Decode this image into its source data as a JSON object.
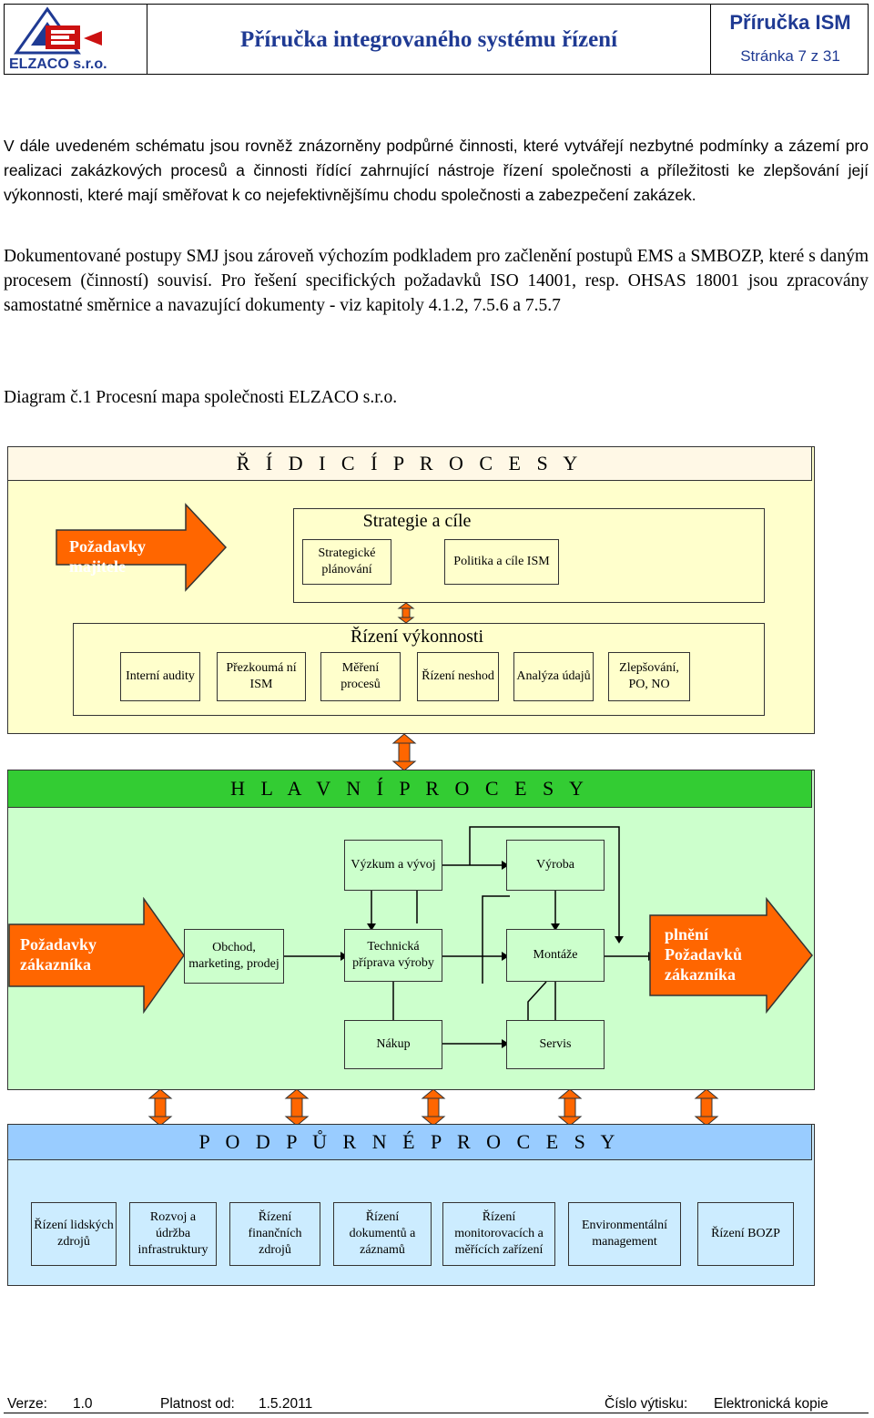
{
  "header": {
    "company": "ELZACO s.r.o.",
    "title": "Příručka integrovaného systému řízení",
    "doc_short": "Příručka ISM",
    "page_info": "Stránka 7 z 31"
  },
  "body": {
    "para1": "V dále uvedeném schématu jsou rovněž znázorněny podpůrné činnosti, které vytvářejí nezbytné podmínky a zázemí pro realizaci zakázkových procesů a činnosti řídící zahrnující nástroje řízení společnosti a příležitosti ke zlepšování její výkonnosti, které mají směřovat k co nejefektivnějšímu chodu společnosti a zabezpečení zakázek.",
    "para2": "Dokumentované postupy SMJ jsou zároveň výchozím podkladem pro začlenění postupů EMS a SMBOZP, které s daným procesem (činností) souvisí. Pro řešení specifických požadavků ISO 14001, resp. OHSAS 18001 jsou zpracovány samostatné směrnice a navazující dokumenty - viz kapitoly 4.1.2, 7.5.6 a 7.5.7",
    "diagram_caption": "Diagram č.1 Procesní mapa společnosti ELZACO s.r.o."
  },
  "diagram": {
    "ridici": {
      "band": "Ř Í D I C Í   P R O C E S Y",
      "owner_req": "Požadavky majitele",
      "strategy_title": "Strategie a cíle",
      "strategic_planning": "Strategické plánování",
      "policy": "Politika a cíle ISM",
      "perf_title": "Řízení výkonnosti",
      "perf_items": [
        "Interní audity",
        "Přezkoumá ní ISM",
        "Měření procesů",
        "Řízení neshod",
        "Analýza údajů",
        "Zlepšování, PO, NO"
      ]
    },
    "hlavni": {
      "band": "H L A V N Í   P R O C E S Y",
      "customer_req": "Požadavky zákazníka",
      "sales": "Obchod, marketing, prodej",
      "research": "Výzkum a vývoj",
      "production": "Výroba",
      "tech_prep": "Technická příprava výroby",
      "assembly": "Montáže",
      "purchase": "Nákup",
      "service": "Servis",
      "fulfil": "plnění Požadavků zákazníka"
    },
    "podpurne": {
      "band": "P O D P Ů R N É   P R O C E S Y",
      "items": [
        "Řízení lidských zdrojů",
        "Rozvoj a údržba infrastruktury",
        "Řízení finančních zdrojů",
        "Řízení dokumentů a záznamů",
        "Řízení monitorovacích a měřících zařízení",
        "Environmentální management",
        "Řízení BOZP"
      ]
    },
    "colors": {
      "ridici_panel": "#ffffcc",
      "ridici_band": "#fff8e6",
      "hlavni_panel": "#ccffcc",
      "hlavni_band": "#33cc33",
      "podpurne_panel": "#ccecff",
      "podpurne_band": "#99ccff",
      "arrow_orange": "#ff6600"
    }
  },
  "footer": {
    "version_label": "Verze:",
    "version": "1.0",
    "valid_label": "Platnost od:",
    "valid": "1.5.2011",
    "copy_label": "Číslo výtisku:",
    "copy": "Elektronická kopie"
  }
}
